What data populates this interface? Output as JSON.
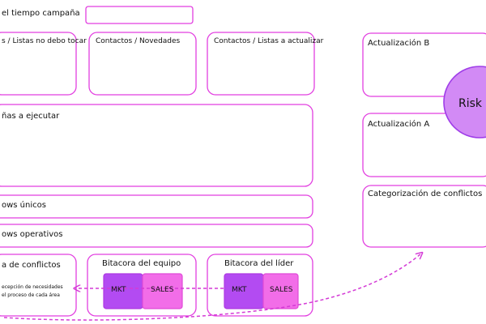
{
  "diagram": {
    "colors": {
      "outline": "#e23fe0",
      "chip_dark": "#b34bf2",
      "chip_light": "#f26de8",
      "circle_fill": "#d28af5",
      "circle_stroke": "#9f3de8",
      "dashed_arrow": "#d43ad6"
    },
    "labels": {
      "tiempo_campana": "el tiempo campaña",
      "listas_no_tocar": "s / Listas no debo tocar",
      "contactos_novedades": "Contactos / Novedades",
      "contactos_listas_actualizar": "Contactos / Listas a actualizar",
      "campanas_ejecutar": "ñas a ejecutar",
      "flows_unicos": "ows únicos",
      "flows_operativos": "ows operativos",
      "mapa_conflictos": "a de conflictos",
      "bitacora_equipo": "Bitacora del equipo",
      "bitacora_lider": "Bitacora del líder",
      "actualizacion_b": "Actualización B",
      "actualizacion_a": "Actualización A",
      "categorizacion_conflictos": "Categorización de conflictos",
      "recepcion_line_1": "ecepción de necesidades",
      "recepcion_line_2": "el proceso de cada área",
      "risk": "Risk",
      "mkt_1": "MKT",
      "sales_1": "SALES",
      "mkt_2": "MKT",
      "sales_2": "SALES"
    }
  }
}
